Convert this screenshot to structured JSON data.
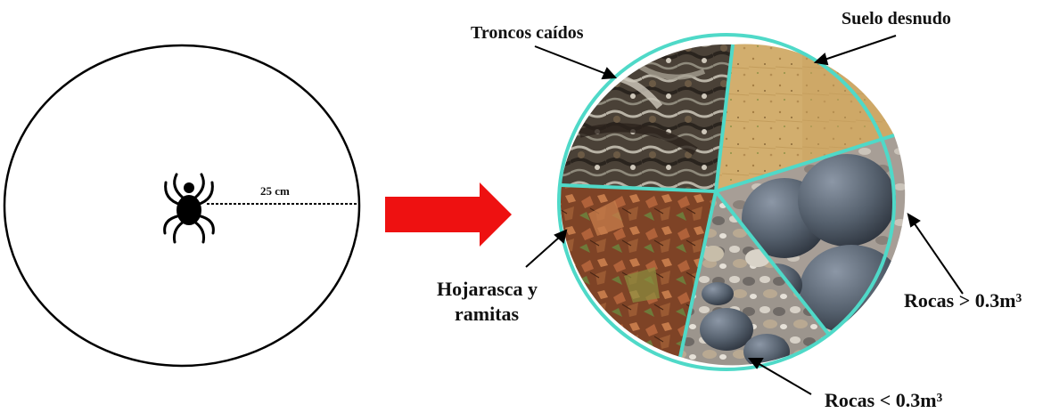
{
  "left_panel": {
    "radius_label": "25 cm",
    "center_icon": "spider-icon"
  },
  "arrow": {
    "color": "#ee1111",
    "icon": "arrow-right-icon"
  },
  "pie": {
    "border_color": "#4fd9c8",
    "labels": {
      "troncos": "Troncos caídos",
      "suelo": "Suelo desnudo",
      "rocas_grandes": "Rocas > 0.3m³",
      "rocas_pequenas": "Rocas < 0.3m³",
      "hojarasca_line1": "Hojarasca y",
      "hojarasca_line2": "ramitas"
    }
  }
}
